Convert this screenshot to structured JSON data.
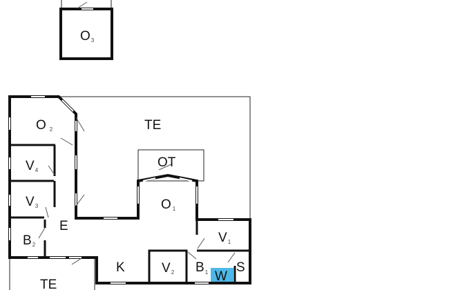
{
  "colors": {
    "wall": "#111111",
    "background": "#ffffff",
    "highlight": "#4db8e8"
  },
  "rooms": {
    "o3": {
      "main": "O",
      "sub": "3"
    },
    "o2": {
      "main": "O",
      "sub": "2"
    },
    "te_top": {
      "main": "TE"
    },
    "ot": {
      "main": "OT"
    },
    "v4": {
      "main": "V",
      "sub": "4"
    },
    "v3": {
      "main": "V",
      "sub": "3"
    },
    "o1": {
      "main": "O",
      "sub": "1"
    },
    "e": {
      "main": "E"
    },
    "b2": {
      "main": "B",
      "sub": "2"
    },
    "v1": {
      "main": "V",
      "sub": "1"
    },
    "k": {
      "main": "K"
    },
    "v2": {
      "main": "V",
      "sub": "2"
    },
    "b1": {
      "main": "B",
      "sub": "1"
    },
    "w": {
      "main": "W"
    },
    "s": {
      "main": "S"
    },
    "te_bottom": {
      "main": "TE"
    }
  }
}
